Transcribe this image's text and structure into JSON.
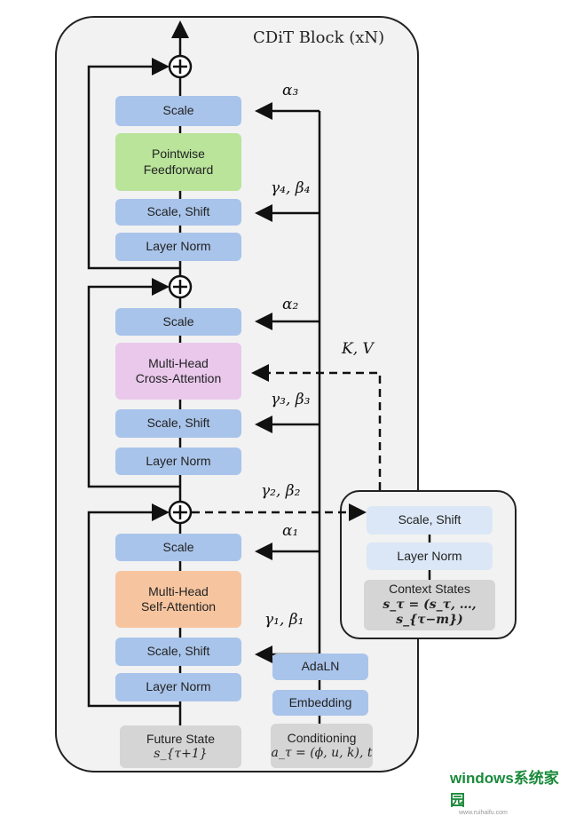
{
  "title": "CDiT Block (xN)",
  "main": {
    "scale3": "Scale",
    "ffn": [
      "Pointwise",
      "Feedforward"
    ],
    "scaleshift4": "Scale, Shift",
    "layernorm3": "Layer Norm",
    "scale2": "Scale",
    "cross": [
      "Multi-Head",
      "Cross-Attention"
    ],
    "scaleshift3": "Scale, Shift",
    "layernorm2": "Layer Norm",
    "scale1": "Scale",
    "self": [
      "Multi-Head",
      "Self-Attention"
    ],
    "scaleshift1": "Scale, Shift",
    "layernorm1": "Layer Norm",
    "future_title": "Future State",
    "future_math": "s_{τ+1}"
  },
  "cond": {
    "adaln": "AdaLN",
    "embedding": "Embedding",
    "title": "Conditioning",
    "math": "a_τ = (ϕ, u, k), t"
  },
  "labels": {
    "a3": "α₃",
    "g4b4": "γ₄, β₄",
    "a2": "α₂",
    "kv": "K, V",
    "g3b3": "γ₃, β₃",
    "g2b2": "γ₂, β₂",
    "a1": "α₁",
    "g1b1": "γ₁, β₁"
  },
  "context": {
    "scaleshift": "Scale, Shift",
    "layernorm": "Layer Norm",
    "title": "Context States",
    "math": "s_τ = (s_τ, …, s_{τ−m})"
  },
  "plus": "⊕",
  "watermark": {
    "brand": "windows系统家园",
    "url": "www.ruihaifu.com"
  }
}
